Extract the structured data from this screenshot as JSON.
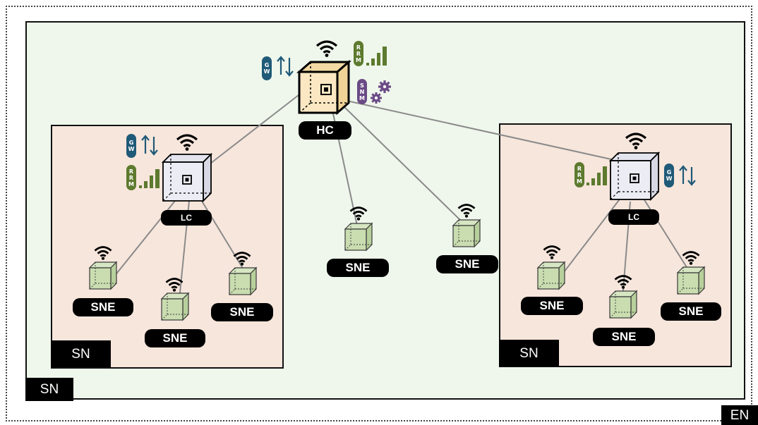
{
  "labels": {
    "en": "EN",
    "sn_outer": "SN",
    "sn_left": "SN",
    "sn_right": "SN",
    "hc": "HC",
    "lc_left": "LC",
    "lc_right": "LC",
    "sne": "SNE"
  },
  "badges": {
    "gw": [
      "G",
      "W"
    ],
    "rrm": [
      "R",
      "R",
      "M"
    ],
    "snm": [
      "S",
      "N",
      "M"
    ]
  },
  "colors": {
    "outer_sn_fill": "#eff7ec",
    "inner_sn_fill": "#f7e6dc",
    "hc_cube_fill": "#fbe8c2",
    "lc_cube_fill": "#ececf4",
    "sne_cube_fill": "#c9ddb0",
    "link": "#8a8a8a",
    "gw_badge": "#1f5a78",
    "rrm_badge": "#5d7a2e",
    "snm_badge": "#6b4a86"
  },
  "icons": [
    "wifi-icon",
    "up-down-arrows-icon",
    "signal-bars-icon",
    "gears-icon",
    "chip-icon",
    "cube-icon"
  ]
}
